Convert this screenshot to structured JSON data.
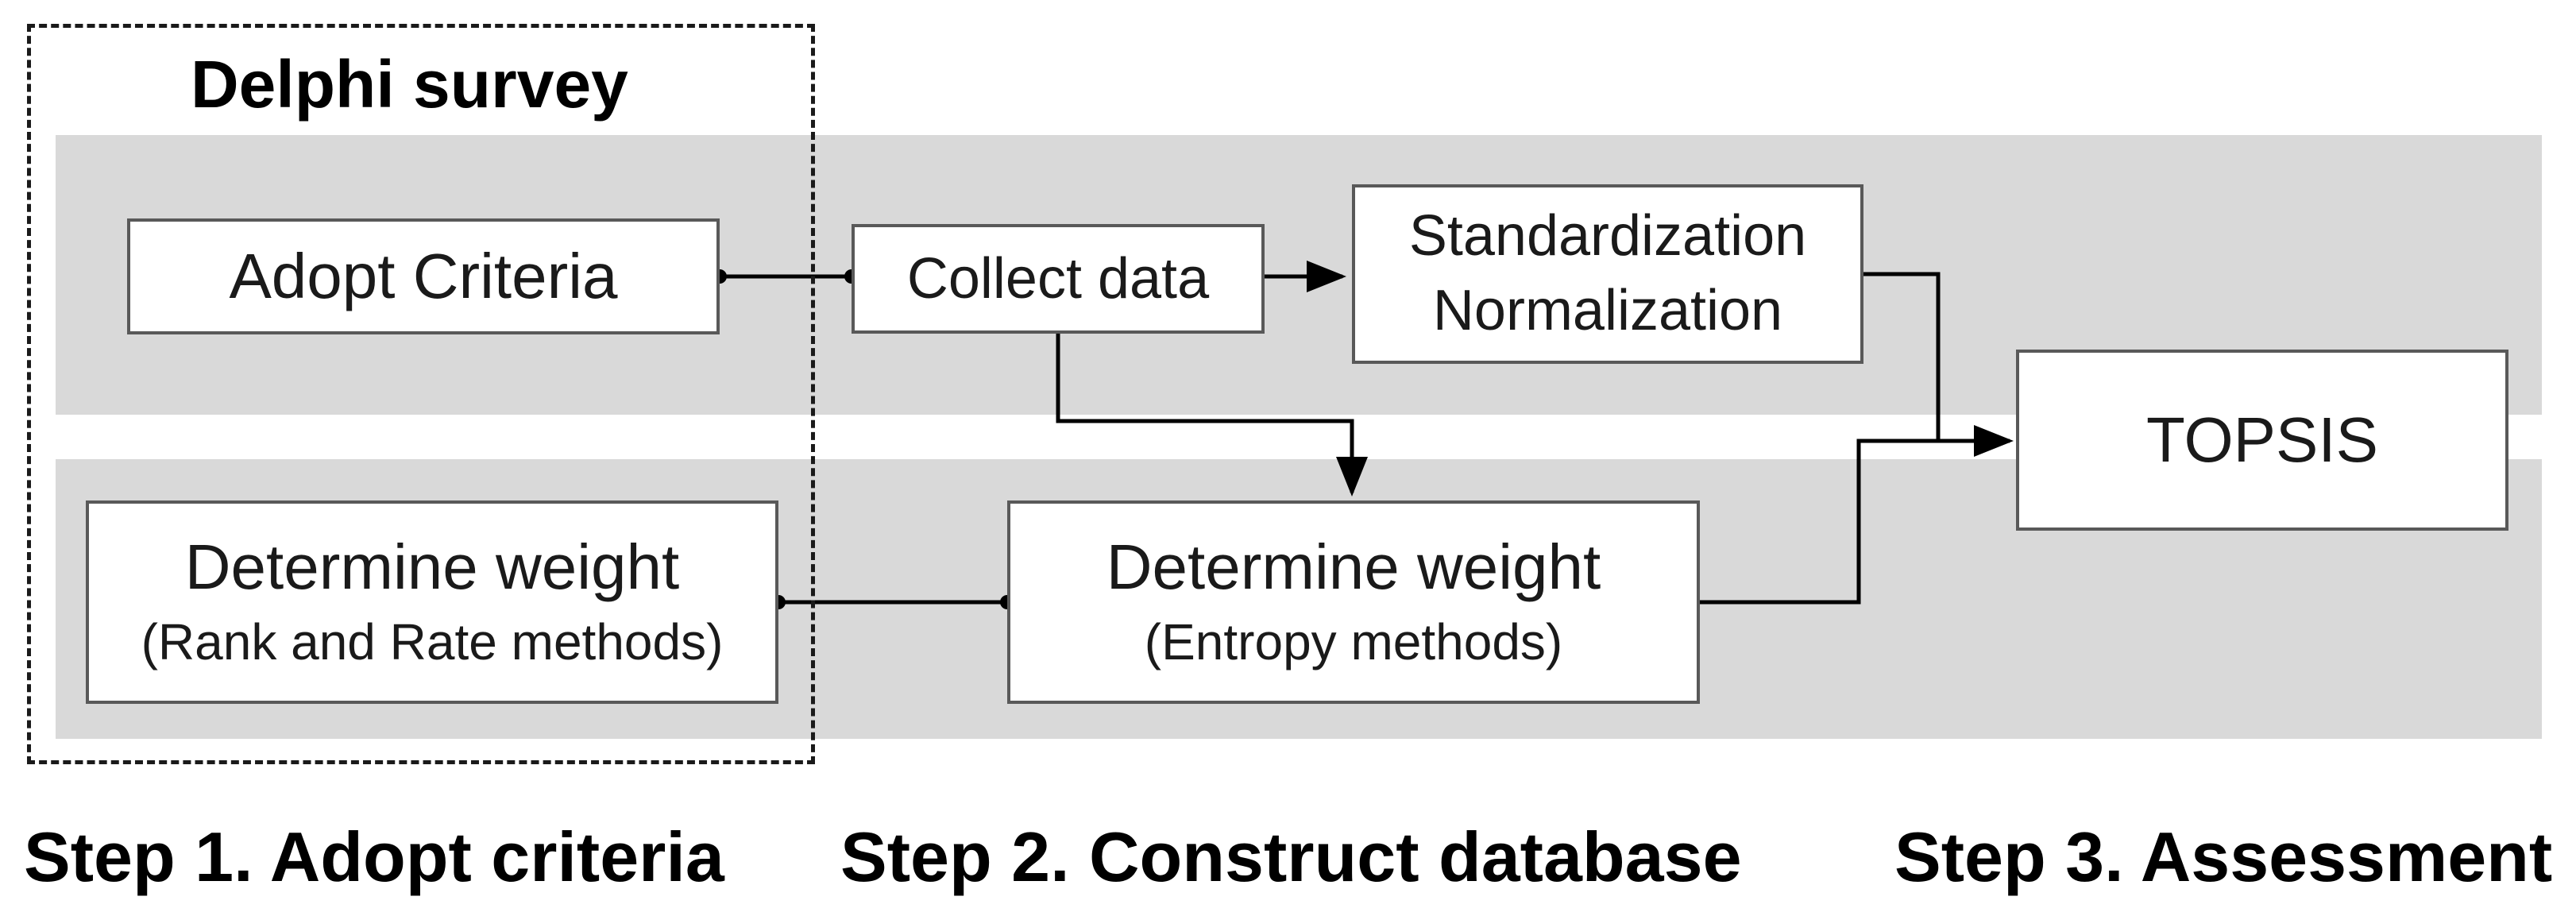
{
  "delphi": {
    "title": "Delphi survey"
  },
  "boxes": {
    "adopt_criteria": "Adopt Criteria",
    "collect_data": "Collect data",
    "standardization": {
      "line1": "Standardization",
      "line2": "Normalization"
    },
    "topsis": "TOPSIS",
    "weight_rank": {
      "title": "Determine weight",
      "subtitle": "(Rank and Rate methods)"
    },
    "weight_entropy": {
      "title": "Determine weight",
      "subtitle": "(Entropy methods)"
    }
  },
  "steps": {
    "step1": "Step 1. Adopt criteria",
    "step2": "Step 2. Construct database",
    "step3": "Step 3. Assessment"
  },
  "colors": {
    "band": "#d9d9d9",
    "box_border": "#595959",
    "line": "#000000"
  }
}
